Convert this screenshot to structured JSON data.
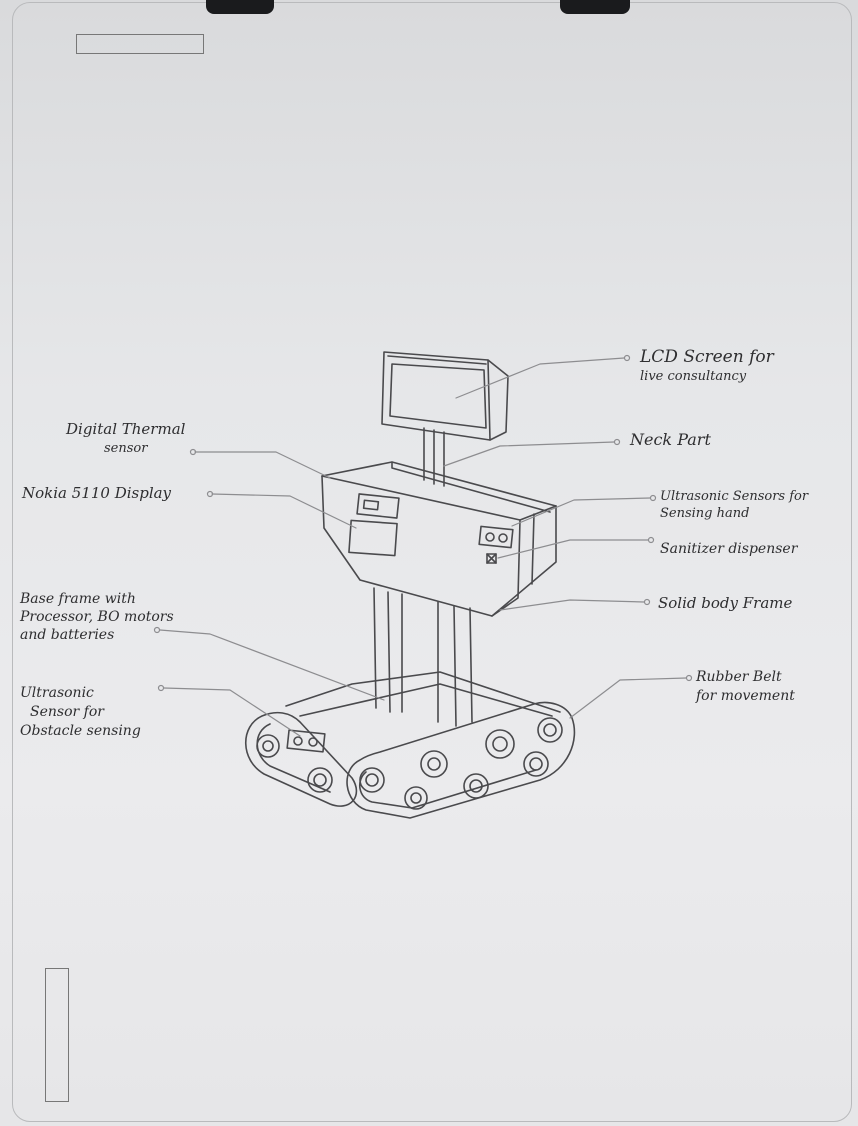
{
  "labels": {
    "lcd": {
      "line1": "LCD Screen for",
      "line2": "live consultancy"
    },
    "neck": {
      "line1": "Neck Part"
    },
    "thermal": {
      "line1": "Digital Thermal",
      "line2": "sensor"
    },
    "nokia": {
      "line1": "Nokia 5110 Display"
    },
    "ultrasonic_hand": {
      "line1": "Ultrasonic Sensors for",
      "line2": "Sensing hand"
    },
    "sanitizer": {
      "line1": "Sanitizer dispenser"
    },
    "body_frame": {
      "line1": "Solid body Frame"
    },
    "base": {
      "line1": "Base frame with",
      "line2": "Processor, BO motors",
      "line3": "and batteries"
    },
    "rubber": {
      "line1": "Rubber Belt",
      "line2": "for movement"
    },
    "ultrasonic_obstacle": {
      "line1": "Ultrasonic",
      "line2": "Sensor for",
      "line3": "Obstacle sensing"
    }
  }
}
